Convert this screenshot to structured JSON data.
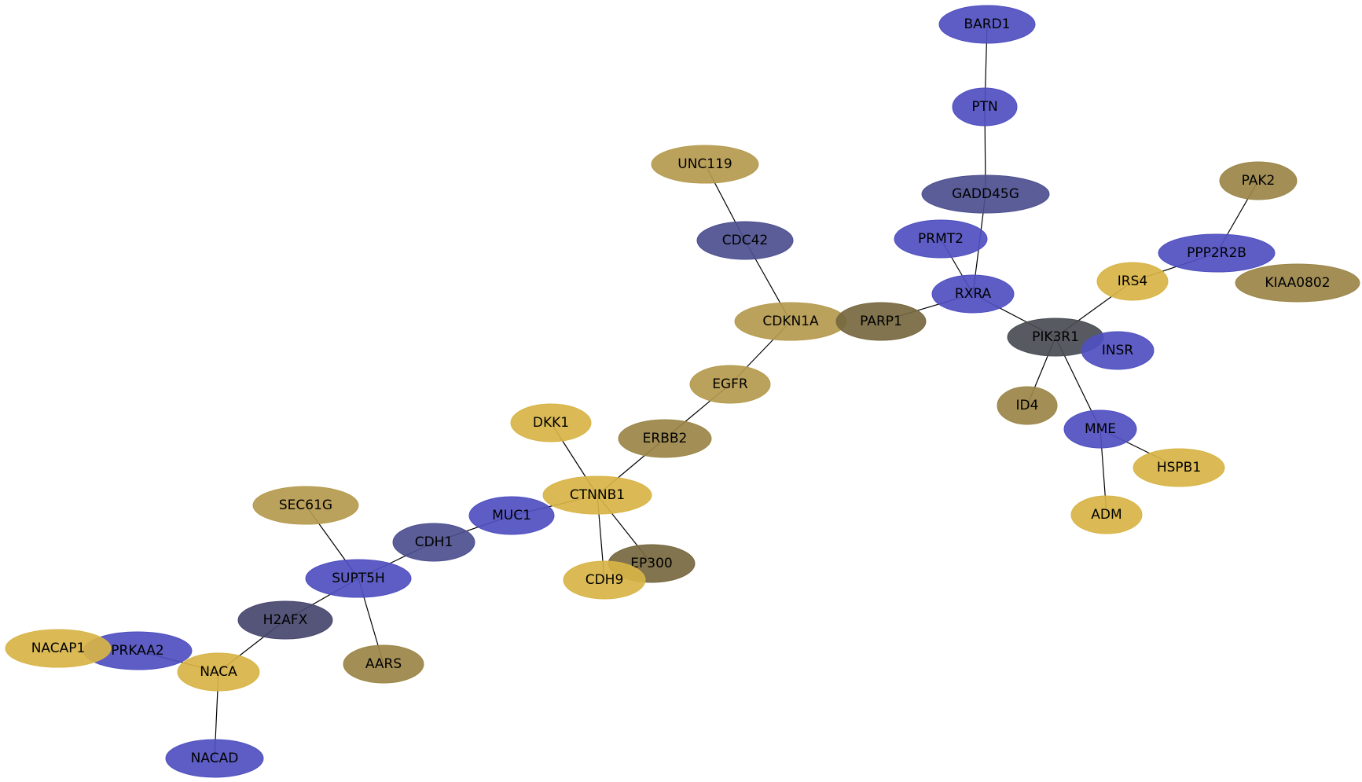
{
  "palette": {
    "blue": "#4f4fc0",
    "slate": "#4d4f8f",
    "navy": "#47476e",
    "gold": "#d8b447",
    "tan": "#b59a4e",
    "olive": "#9b8648",
    "dark-olive": "#76683f",
    "charcoal": "#4a4c55"
  },
  "nodes": [
    {
      "id": "BARD1",
      "label": "BARD1",
      "color": "blue"
    },
    {
      "id": "PTN",
      "label": "PTN",
      "color": "blue"
    },
    {
      "id": "GADD45G",
      "label": "GADD45G",
      "color": "slate"
    },
    {
      "id": "PRMT2",
      "label": "PRMT2",
      "color": "blue"
    },
    {
      "id": "RXRA",
      "label": "RXRA",
      "color": "blue"
    },
    {
      "id": "PAK2",
      "label": "PAK2",
      "color": "olive"
    },
    {
      "id": "PPP2R2B",
      "label": "PPP2R2B",
      "color": "blue"
    },
    {
      "id": "KIAA0802",
      "label": "KIAA0802",
      "color": "olive"
    },
    {
      "id": "IRS4",
      "label": "IRS4",
      "color": "gold"
    },
    {
      "id": "UNC119",
      "label": "UNC119",
      "color": "tan"
    },
    {
      "id": "CDC42",
      "label": "CDC42",
      "color": "slate"
    },
    {
      "id": "CDKN1A",
      "label": "CDKN1A",
      "color": "tan"
    },
    {
      "id": "PARP1",
      "label": "PARP1",
      "color": "dark-olive"
    },
    {
      "id": "PIK3R1",
      "label": "PIK3R1",
      "color": "charcoal"
    },
    {
      "id": "INSR",
      "label": "INSR",
      "color": "blue"
    },
    {
      "id": "ID4",
      "label": "ID4",
      "color": "olive"
    },
    {
      "id": "MME",
      "label": "MME",
      "color": "blue"
    },
    {
      "id": "HSPB1",
      "label": "HSPB1",
      "color": "gold"
    },
    {
      "id": "ADM",
      "label": "ADM",
      "color": "gold"
    },
    {
      "id": "EGFR",
      "label": "EGFR",
      "color": "tan"
    },
    {
      "id": "ERBB2",
      "label": "ERBB2",
      "color": "olive"
    },
    {
      "id": "DKK1",
      "label": "DKK1",
      "color": "gold"
    },
    {
      "id": "CTNNB1",
      "label": "CTNNB1",
      "color": "gold"
    },
    {
      "id": "MUC1",
      "label": "MUC1",
      "color": "blue"
    },
    {
      "id": "CDH1",
      "label": "CDH1",
      "color": "slate"
    },
    {
      "id": "EP300",
      "label": "EP300",
      "color": "dark-olive"
    },
    {
      "id": "CDH9",
      "label": "CDH9",
      "color": "gold"
    },
    {
      "id": "SEC61G",
      "label": "SEC61G",
      "color": "tan"
    },
    {
      "id": "SUPT5H",
      "label": "SUPT5H",
      "color": "blue"
    },
    {
      "id": "H2AFX",
      "label": "H2AFX",
      "color": "navy"
    },
    {
      "id": "AARS",
      "label": "AARS",
      "color": "olive"
    },
    {
      "id": "PRKAA2",
      "label": "PRKAA2",
      "color": "blue"
    },
    {
      "id": "NACAP1",
      "label": "NACAP1",
      "color": "gold"
    },
    {
      "id": "NACA",
      "label": "NACA",
      "color": "gold"
    },
    {
      "id": "NACAD",
      "label": "NACAD",
      "color": "blue"
    }
  ],
  "edges": [
    [
      "BARD1",
      "PTN"
    ],
    [
      "PTN",
      "GADD45G"
    ],
    [
      "GADD45G",
      "RXRA"
    ],
    [
      "PRMT2",
      "RXRA"
    ],
    [
      "RXRA",
      "PARP1"
    ],
    [
      "RXRA",
      "PIK3R1"
    ],
    [
      "PAK2",
      "PPP2R2B"
    ],
    [
      "PPP2R2B",
      "IRS4"
    ],
    [
      "IRS4",
      "PIK3R1"
    ],
    [
      "PIK3R1",
      "ID4"
    ],
    [
      "PIK3R1",
      "MME"
    ],
    [
      "MME",
      "HSPB1"
    ],
    [
      "MME",
      "ADM"
    ],
    [
      "UNC119",
      "CDC42"
    ],
    [
      "CDC42",
      "CDKN1A"
    ],
    [
      "CDKN1A",
      "EGFR"
    ],
    [
      "EGFR",
      "ERBB2"
    ],
    [
      "ERBB2",
      "CTNNB1"
    ],
    [
      "DKK1",
      "CTNNB1"
    ],
    [
      "CTNNB1",
      "MUC1"
    ],
    [
      "CTNNB1",
      "EP300"
    ],
    [
      "CTNNB1",
      "CDH9"
    ],
    [
      "MUC1",
      "CDH1"
    ],
    [
      "CDH1",
      "SUPT5H"
    ],
    [
      "SEC61G",
      "SUPT5H"
    ],
    [
      "SUPT5H",
      "H2AFX"
    ],
    [
      "SUPT5H",
      "AARS"
    ],
    [
      "H2AFX",
      "NACA"
    ],
    [
      "PRKAA2",
      "NACA"
    ],
    [
      "NACA",
      "NACAD"
    ]
  ]
}
